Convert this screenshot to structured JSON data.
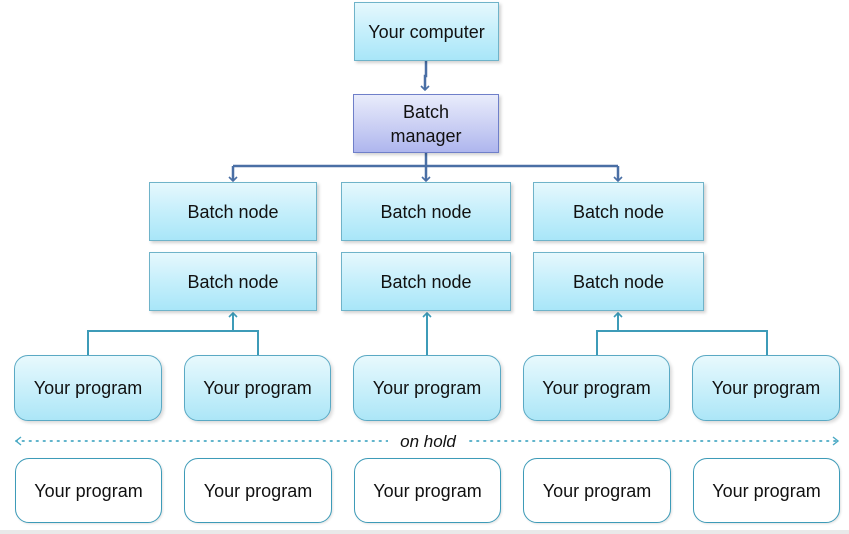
{
  "computer": {
    "label": "Your computer"
  },
  "manager": {
    "label_line1": "Batch",
    "label_line2": "manager"
  },
  "batch_nodes": [
    "Batch node",
    "Batch node",
    "Batch node",
    "Batch node",
    "Batch node",
    "Batch node"
  ],
  "running_programs": [
    "Your program",
    "Your program",
    "Your program",
    "Your program",
    "Your program"
  ],
  "on_hold": {
    "label": "on hold"
  },
  "held_programs": [
    "Your program",
    "Your program",
    "Your program",
    "Your program",
    "Your program"
  ],
  "colors": {
    "connector": "#4a6fa5",
    "running_connector": "#3d9bb8",
    "hold_line": "#4aa9c4"
  }
}
